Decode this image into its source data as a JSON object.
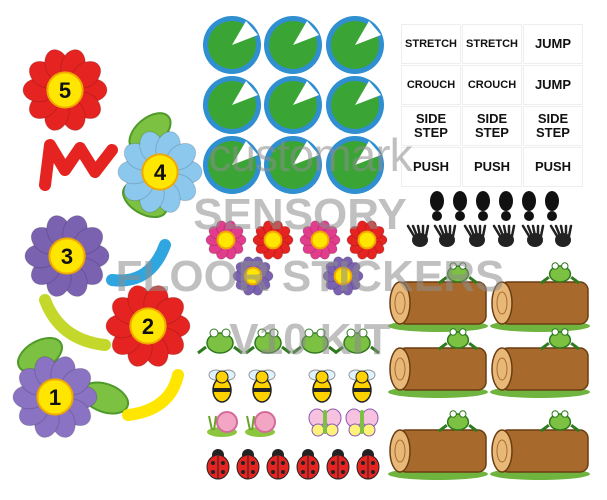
{
  "flowers": [
    {
      "number": "5",
      "color": "#e52421"
    },
    {
      "number": "4",
      "color": "#8cc8ee"
    },
    {
      "number": "3",
      "color": "#7b62b0"
    },
    {
      "number": "2",
      "color": "#e52421"
    },
    {
      "number": "1",
      "color": "#8a73c2"
    }
  ],
  "cards": [
    [
      "STRETCH",
      "STRETCH",
      "JUMP"
    ],
    [
      "CROUCH",
      "CROUCH",
      "JUMP"
    ],
    [
      "SIDE\nSTEP",
      "SIDE\nSTEP",
      "SIDE\nSTEP"
    ],
    [
      "PUSH",
      "PUSH",
      "PUSH"
    ]
  ],
  "watermark": {
    "brand": "customark",
    "line1": "SENSORY",
    "line2": "FLOOR STICKERS",
    "line3": "V10 KIT"
  },
  "colors": {
    "lily": "#3aa535",
    "lily_edge": "#2f8fd0",
    "log": "#a86a2c",
    "frog": "#7cc142",
    "center": "#ffe600"
  }
}
